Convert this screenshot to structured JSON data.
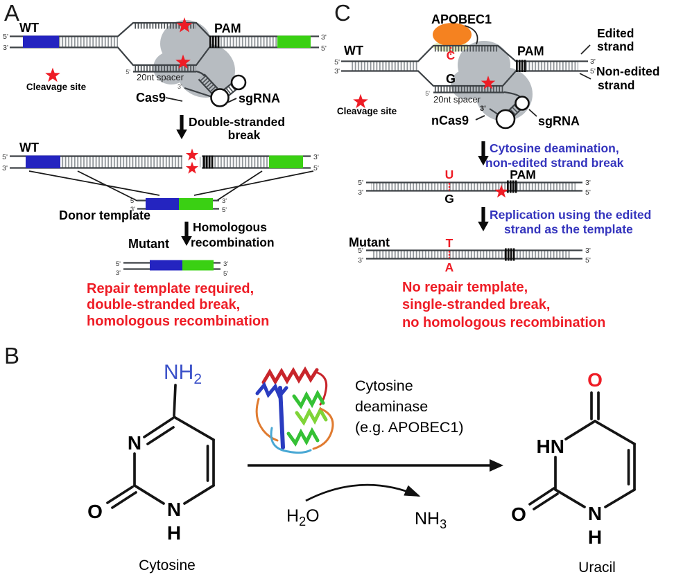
{
  "figure": {
    "ends": {
      "five": "5'",
      "three": "3'"
    },
    "colors": {
      "red": "#ee1c25",
      "blue_box": "#2424c0",
      "green_box": "#3ad013",
      "orange": "#f58220",
      "grey_blob": "#b7bcc1",
      "blue_text": "#3434bd",
      "nh2_blue": "#3a50c8"
    },
    "a": {
      "panel": "A",
      "wt": "WT",
      "pam": "PAM",
      "cleavage": "Cleavage site",
      "spacer": "20nt spacer",
      "cas9": "Cas9",
      "sgrna": "sgRNA",
      "step1a": "Double-stranded",
      "step1b": "break",
      "wt2": "WT",
      "donor": "Donor template",
      "step2a": "Homologous",
      "step2b": "recombination",
      "mutant": "Mutant",
      "sum1": "Repair template required,",
      "sum2": "double-stranded break,",
      "sum3": "homologous recombination"
    },
    "c": {
      "panel": "C",
      "apobec": "APOBEC1",
      "wt": "WT",
      "base_c": "C",
      "base_g": "G",
      "pam": "PAM",
      "edited1": "Edited",
      "edited2": "strand",
      "nonedited1": "Non-edited",
      "nonedited2": "strand",
      "cleavage": "Cleavage site",
      "spacer": "20nt spacer",
      "ncas9": "nCas9",
      "sgrna": "sgRNA",
      "step1a": "Cytosine deamination,",
      "step1b": "non-edited strand break",
      "base_u": "U",
      "base_g2": "G",
      "pam2": "PAM",
      "step2a": "Replication using the edited",
      "step2b": "strand as the template",
      "mutant": "Mutant",
      "base_t": "T",
      "base_a": "A",
      "sum1": "No repair template,",
      "sum2": "single-stranded break,",
      "sum3": "no homologous recombination"
    },
    "b": {
      "panel": "B",
      "nh": "NH",
      "nh_sub": "2",
      "atom_n": "N",
      "atom_o": "O",
      "atom_h": "H",
      "hn": "HN",
      "cytosine": "Cytosine",
      "enz1": "Cytosine",
      "enz2": "deaminase",
      "enz3": "(e.g. APOBEC1)",
      "h2o_h": "H",
      "h2o_sub": "2",
      "h2o_o": "O",
      "nh3": "NH",
      "nh3_sub": "3",
      "uracil": "Uracil"
    }
  }
}
